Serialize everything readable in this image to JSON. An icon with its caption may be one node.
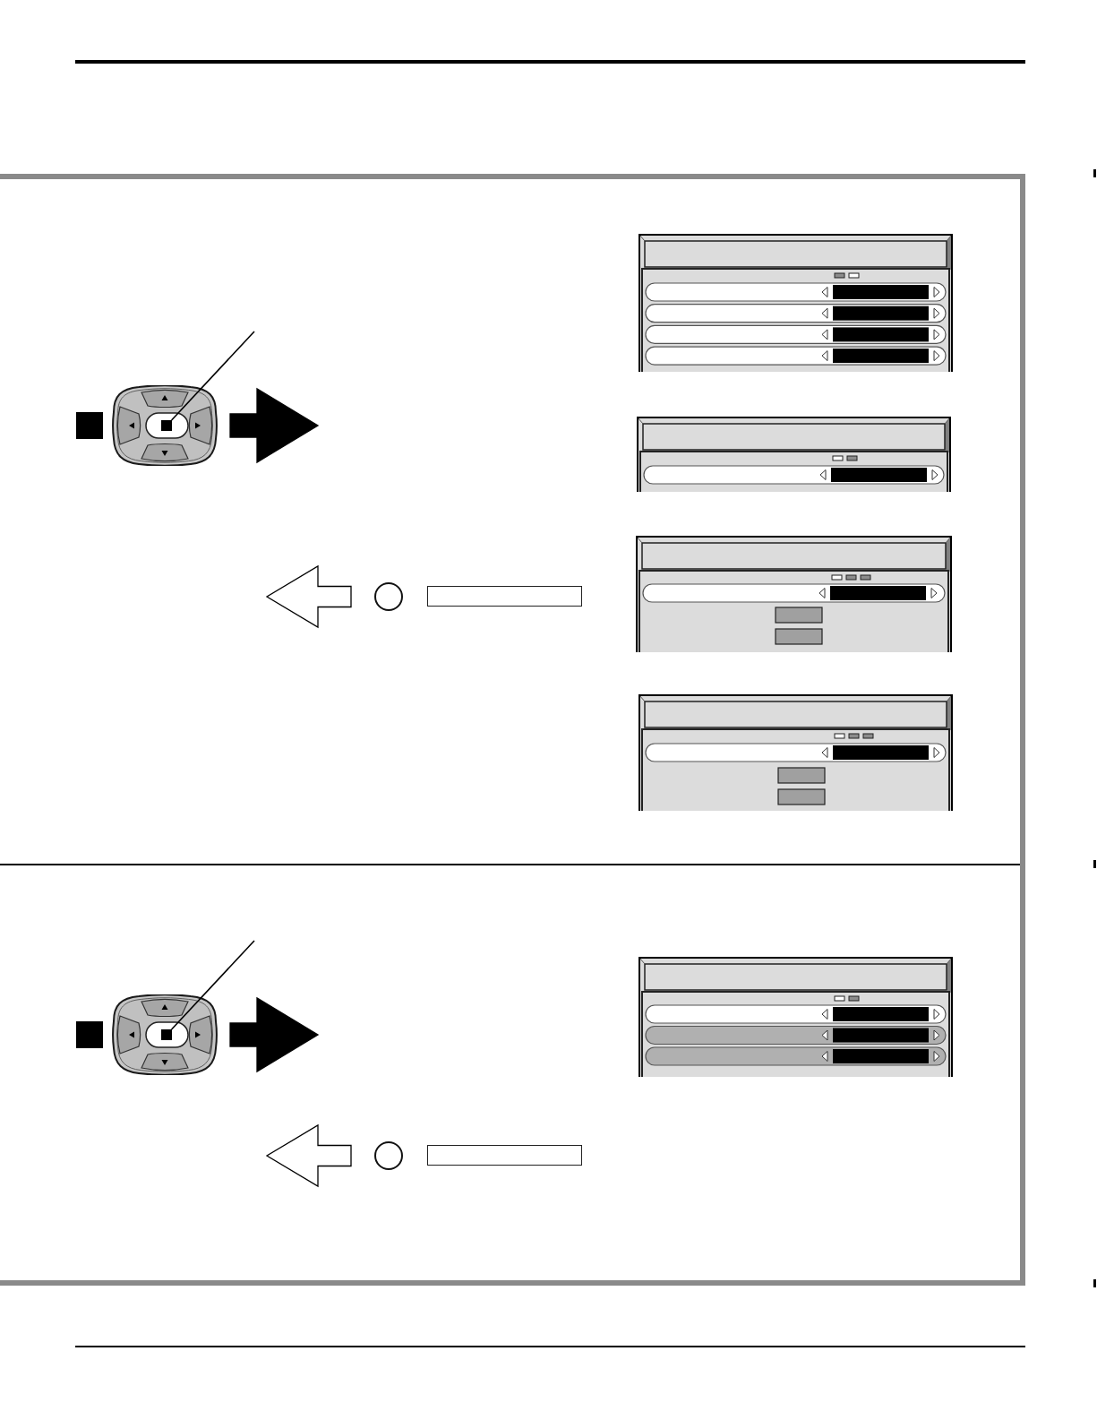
{
  "diagram": {
    "nodes": [
      {
        "text": [],
        "shape": "box"
      },
      {
        "text": [],
        "shape": "box",
        "in": 0
      },
      {
        "text": [],
        "shape": "picture",
        "in": 0
      },
      {
        "text": [],
        "shape": "box",
        "in": 2
      },
      {
        "text": [],
        "shape": "circle",
        "in": 0
      },
      {
        "text": [],
        "shape": "box",
        "in": 0
      },
      {
        "text": [],
        "shape": "picture",
        "in": 0
      },
      {
        "text": [],
        "shape": "picture",
        "in": 0
      },
      {
        "text": [],
        "shape": "picture",
        "in": 0
      },
      {
        "text": [],
        "shape": "picture",
        "in": 0
      },
      {
        "text": [],
        "shape": "box",
        "in": 0
      },
      {
        "text": [],
        "shape": "picture",
        "in": 0
      },
      {
        "text": [],
        "shape": "box",
        "in": 11
      },
      {
        "text": [],
        "shape": "circle",
        "in": 0
      },
      {
        "text": [],
        "shape": "box",
        "in": 0
      },
      {
        "text": [],
        "shape": "picture",
        "in": 0
      }
    ],
    "edges": [
      {
        "from": null,
        "to": 3,
        "arrow": "none"
      },
      {
        "from": 2,
        "to": null,
        "arrow": "to",
        "style": "thick"
      },
      {
        "from": 4,
        "to": null,
        "arrow": "to",
        "style": "thick",
        "color": "#ffffff"
      },
      {
        "from": null,
        "to": 12,
        "arrow": "none"
      },
      {
        "from": 11,
        "to": null,
        "arrow": "to",
        "style": "thick"
      },
      {
        "from": 13,
        "to": null,
        "arrow": "to",
        "style": "thick",
        "color": "#ffffff"
      }
    ]
  }
}
